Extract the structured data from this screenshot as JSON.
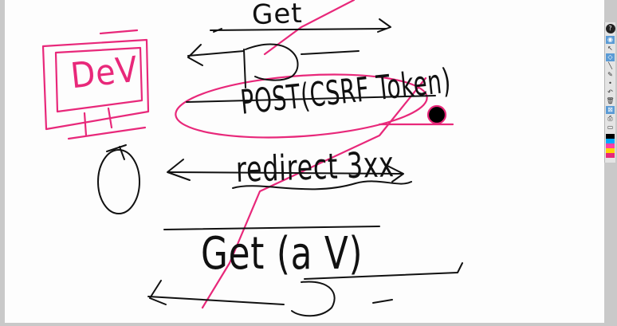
{
  "sketch": {
    "label_get_top": "Get",
    "label_dev": "DeV",
    "label_post": "POST(CSRF Token)",
    "label_redirect": "redirect 3xx",
    "label_get_bottom": "Get (a V)"
  },
  "toolbar": {
    "help": "?",
    "tools": [
      {
        "name": "eye",
        "glyph": "◉"
      },
      {
        "name": "select",
        "glyph": "↖"
      },
      {
        "name": "shape-select",
        "glyph": "◇"
      },
      {
        "name": "line",
        "glyph": "╲"
      },
      {
        "name": "pen",
        "glyph": "✎"
      },
      {
        "name": "dot",
        "glyph": "•"
      },
      {
        "name": "undo",
        "glyph": "↶"
      },
      {
        "name": "trash",
        "glyph": "🗑"
      },
      {
        "name": "disable",
        "glyph": "⊠"
      },
      {
        "name": "screenshot",
        "glyph": "⎙"
      },
      {
        "name": "page",
        "glyph": "▭"
      }
    ],
    "palette": [
      "#000000",
      "#00a8ff",
      "#ff3ea5",
      "#ffd400",
      "#e82878"
    ]
  },
  "colors": {
    "ink_black": "#111111",
    "ink_pink": "#e8287a",
    "canvas_bg": "#fdfdfd"
  }
}
